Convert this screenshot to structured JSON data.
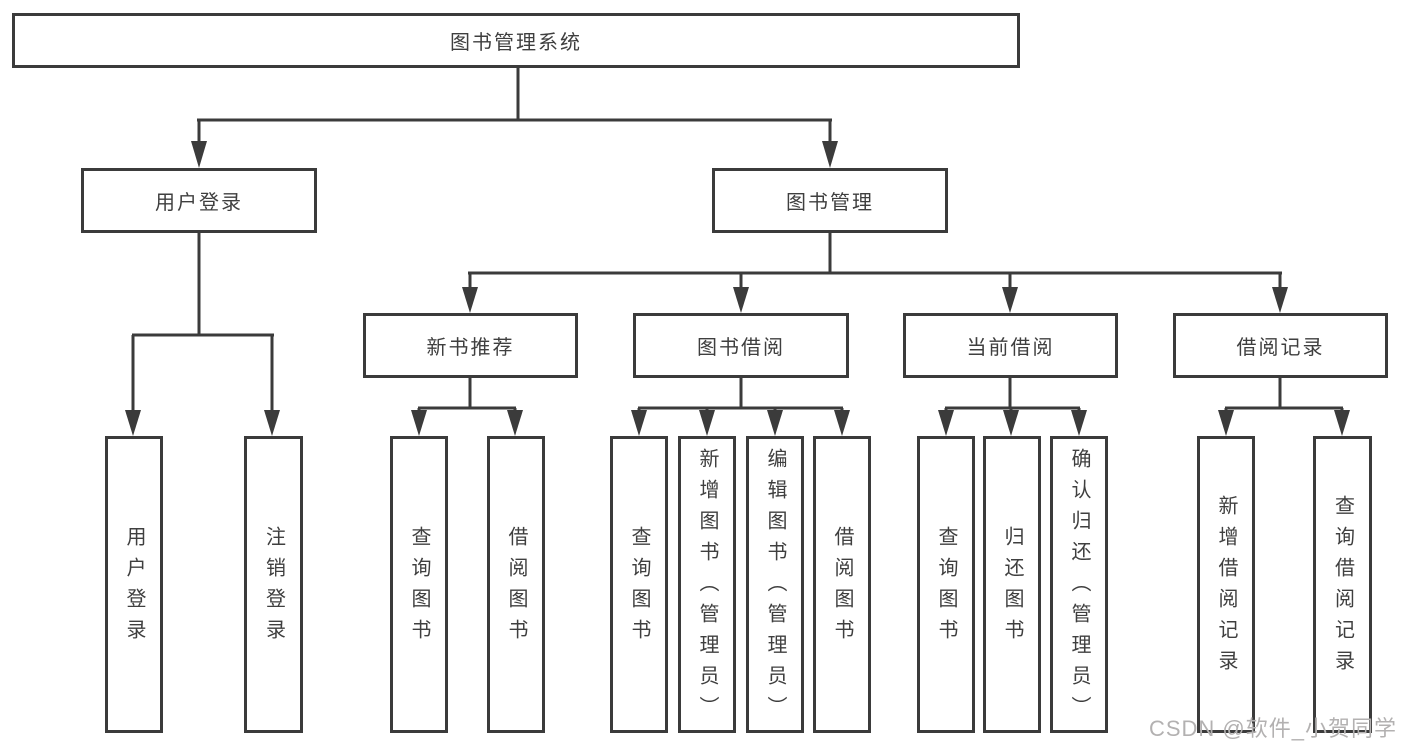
{
  "nodes": {
    "root": {
      "label": "图书管理系统"
    },
    "user_login": {
      "label": "用户登录",
      "children": {
        "login": {
          "label": "用户登录"
        },
        "logout": {
          "label": "注销登录"
        }
      }
    },
    "book_management": {
      "label": "图书管理",
      "children": {
        "new_book": {
          "label": "新书推荐",
          "children": {
            "query_book": {
              "label": "查询图书"
            },
            "borrow_book": {
              "label": "借阅图书"
            }
          }
        },
        "book_borrow": {
          "label": "图书借阅",
          "children": {
            "query_book": {
              "label": "查询图书"
            },
            "add_book": {
              "label": "新增图书（管理员）"
            },
            "edit_book": {
              "label": "编辑图书（管理员）"
            },
            "borrow_book": {
              "label": "借阅图书"
            }
          }
        },
        "current_borrow": {
          "label": "当前借阅",
          "children": {
            "query_book": {
              "label": "查询图书"
            },
            "return_book": {
              "label": "归还图书"
            },
            "confirm_return": {
              "label": "确认归还（管理员）"
            }
          }
        },
        "borrow_record": {
          "label": "借阅记录",
          "children": {
            "add_record": {
              "label": "新增借阅记录"
            },
            "query_record": {
              "label": "查询借阅记录"
            }
          }
        }
      }
    }
  },
  "watermark": "CSDN @软件_小贺同学",
  "colors": {
    "line": "#3b3b3b",
    "text": "#3f3f3f",
    "watermark": "#b3b1b1",
    "background": "#ffffff"
  }
}
